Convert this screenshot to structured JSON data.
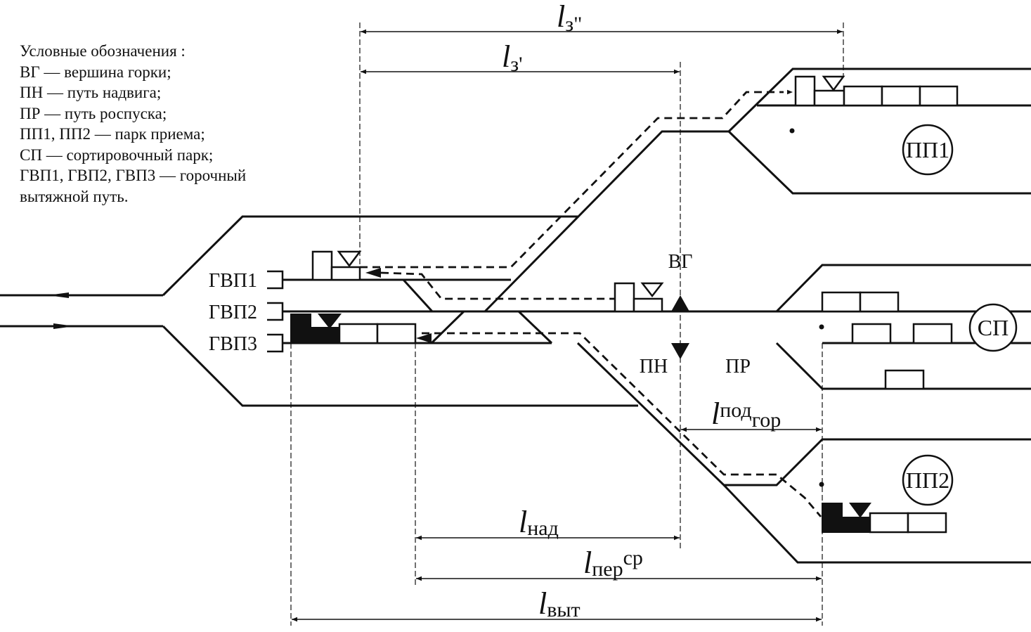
{
  "legend": {
    "title": "Условные обозначения :",
    "items": [
      "ВГ — вершина горки;",
      "ПН — путь надвига;",
      "ПР — путь роспуска;",
      "ПП1, ПП2 — парк приема;",
      "СП — сортировочный парк;",
      "ГВП1, ГВП2, ГВП3 — горочный",
      "вытяжной путь."
    ]
  },
  "track_labels": {
    "gvp1": "ГВП1",
    "gvp2": "ГВП2",
    "gvp3": "ГВП3"
  },
  "point_labels": {
    "vg": "ВГ",
    "pn": "ПН",
    "pr": "ПР"
  },
  "parks": {
    "pp1": "ПП1",
    "sp": "СП",
    "pp2": "ПП2"
  },
  "dimensions": {
    "lz2": {
      "main": "l",
      "sub": "з\""
    },
    "lz1": {
      "main": "l",
      "sub": "з'"
    },
    "lpodgor": {
      "main": "l",
      "sup": "под",
      "sub": "гор"
    },
    "lnad": {
      "main": "l",
      "sub": "над"
    },
    "lper": {
      "main": "l",
      "sub": "пер",
      "sup": "ср"
    },
    "lvyt": {
      "main": "l",
      "sub": "выт"
    }
  }
}
